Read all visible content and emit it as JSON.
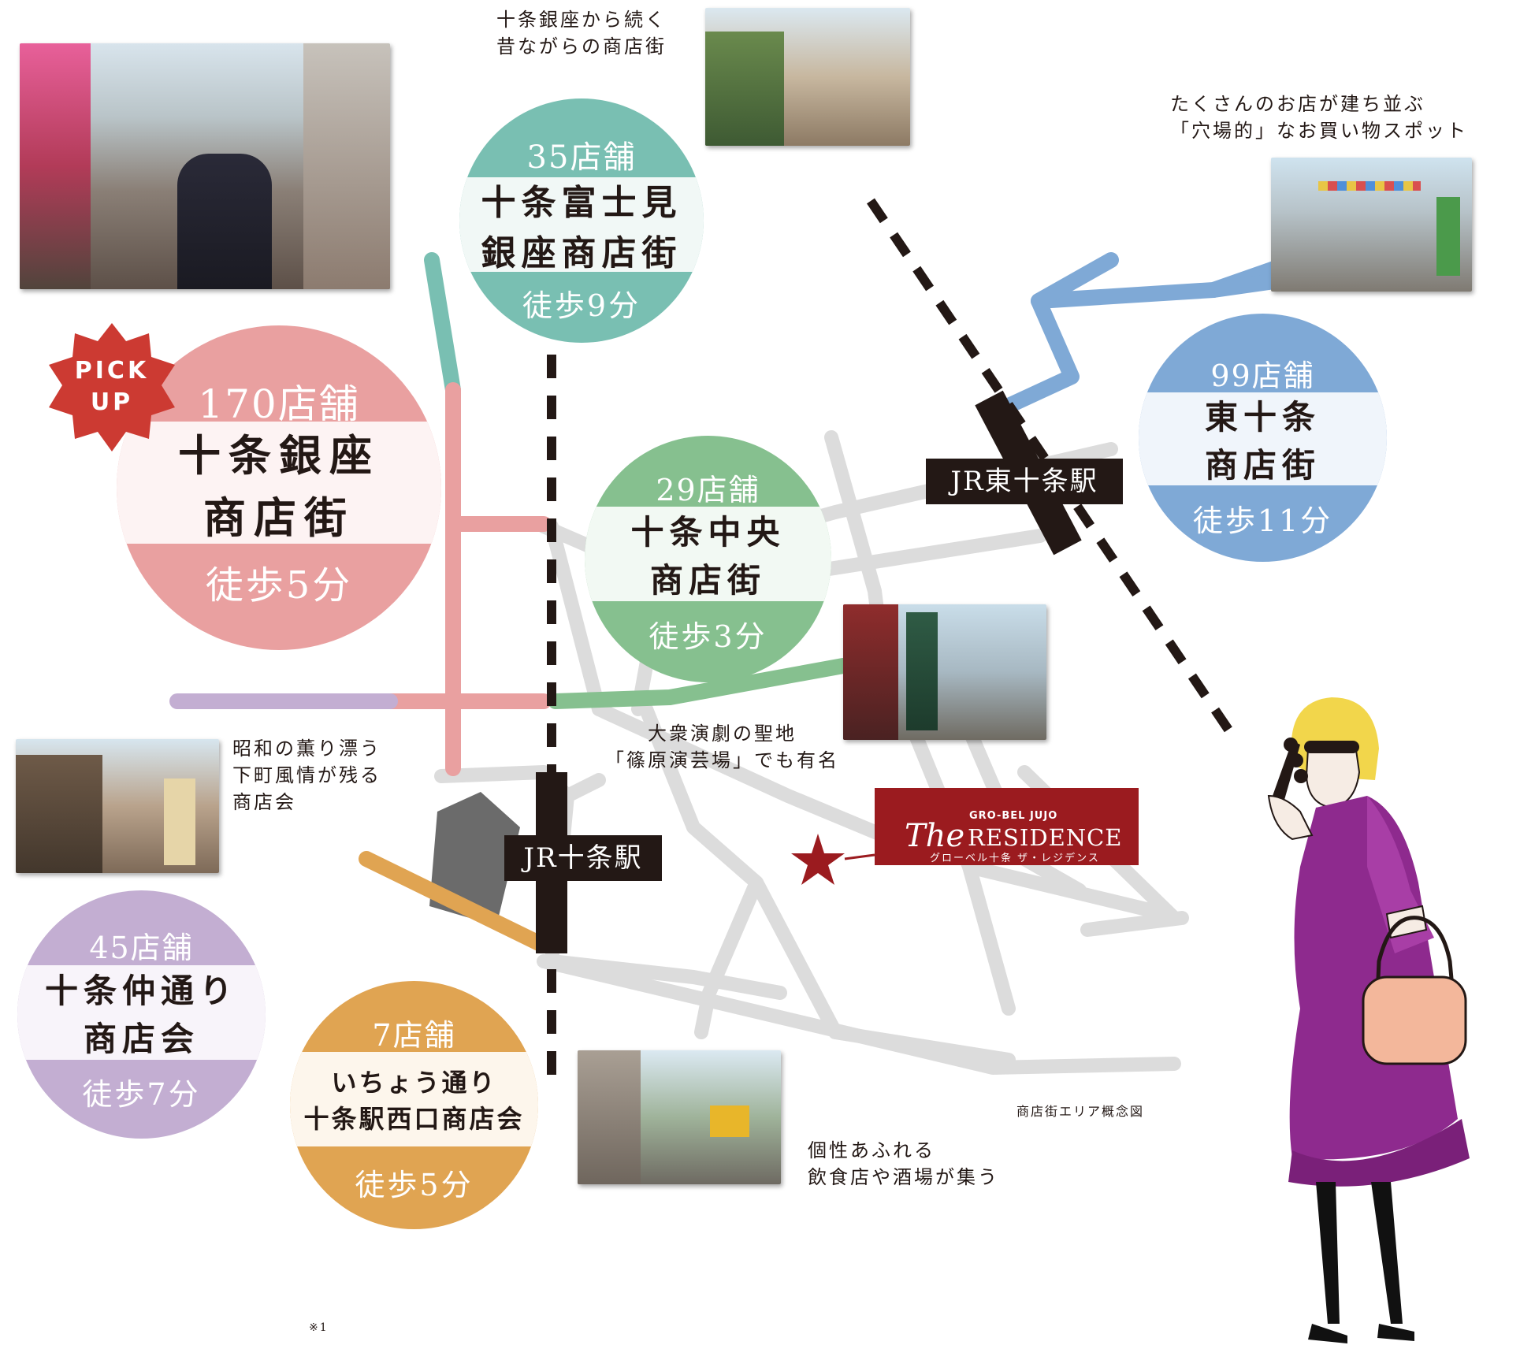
{
  "colors": {
    "ginza": "#e9a0a0",
    "fujimi": "#79bfb2",
    "chuo": "#86c08f",
    "higashi": "#7fa9d6",
    "nakadori": "#c3aed2",
    "icho": "#e0a452",
    "road": "#dcdcdc",
    "rail": "#231815",
    "residence": "#9b1b1f"
  },
  "pickup": {
    "line1": "PICK",
    "line2": "UP"
  },
  "districts": {
    "ginza": {
      "count": "170店舗",
      "name1": "十条銀座",
      "name2": "商店街",
      "walk": "徒歩5分"
    },
    "fujimi": {
      "count": "35店舗",
      "name1": "十条富士見",
      "name2": "銀座商店街",
      "walk": "徒歩9分"
    },
    "chuo": {
      "count": "29店舗",
      "name1": "十条中央",
      "name2": "商店街",
      "walk": "徒歩3分"
    },
    "higashi": {
      "count": "99店舗",
      "name1": "東十条",
      "name2": "商店街",
      "walk": "徒歩11分"
    },
    "nakadori": {
      "count": "45店舗",
      "name1": "十条仲通り",
      "name2": "商店会",
      "walk": "徒歩7分"
    },
    "icho": {
      "count": "7店舗",
      "name1": "いちょう通り",
      "name2": "十条駅西口商店会",
      "walk": "徒歩5分"
    }
  },
  "captions": {
    "fujimi": [
      "十条銀座から続く",
      "昔ながらの商店街"
    ],
    "higashi": [
      "たくさんのお店が建ち並ぶ",
      "「穴場的」なお買い物スポット"
    ],
    "chuo": [
      "大衆演劇の聖地",
      "「篠原演芸場」でも有名"
    ],
    "nakadori": [
      "昭和の薫り漂う",
      "下町風情が残る",
      "商店会"
    ],
    "icho": [
      "個性あふれる",
      "飲食店や酒場が集う"
    ]
  },
  "stations": {
    "jujo": "JR十条駅",
    "higashi_jujo": "JR東十条駅"
  },
  "residence": {
    "brand": "GRO-BEL JUJO",
    "the": "The",
    "name": "RESIDENCE",
    "ja": "グローベル十条 ザ・レジデンス"
  },
  "map_label": "商店街エリア概念図",
  "footnote": "※1"
}
